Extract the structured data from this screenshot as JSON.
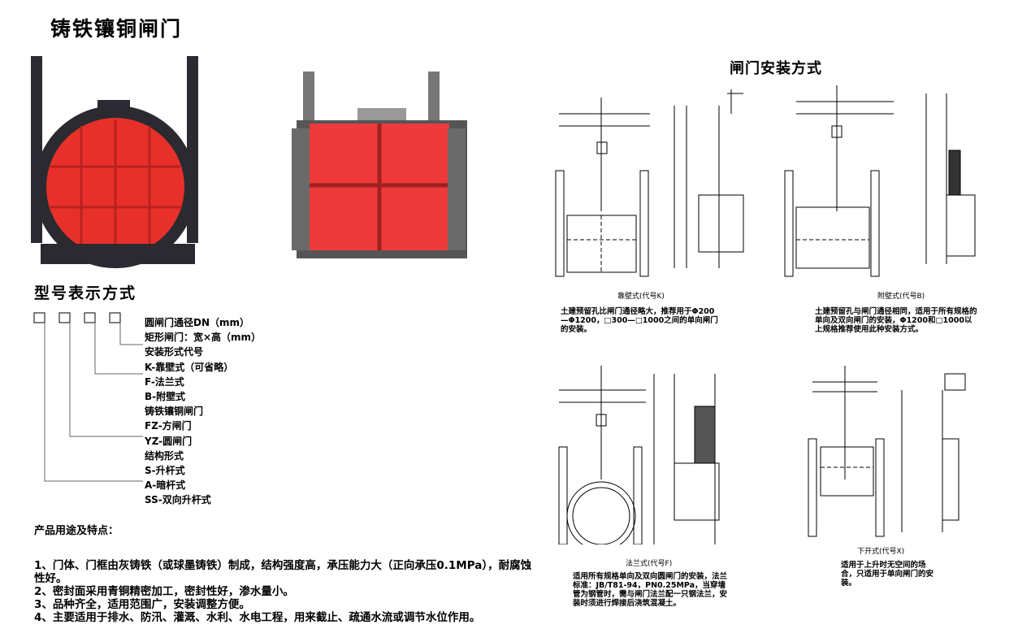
{
  "title": "铸铁镶铜闸门",
  "install_title": "闸门安装方式",
  "model": {
    "title": "型号表示方式",
    "lines": [
      "圆闸门通径DN（mm）",
      "矩形闸门：宽×高（mm）",
      "安装形式代号",
      "K-靠壁式（可省略）",
      "F-法兰式",
      "B-附壁式",
      "铸铁镶铜闸门",
      "FZ-方闸门",
      "YZ-圆闸门",
      "结构形式",
      "S-升杆式",
      "A-暗杆式",
      "SS-双向升杆式"
    ]
  },
  "features": {
    "title": "产品用途及特点：",
    "items": [
      "1、门体、门框由灰铸铁（或球墨铸铁）制成，结构强度高，承压能力大（正向承压0.1MPa），耐腐蚀性好。",
      "2、密封面采用青铜精密加工，密封性好，渗水量小。",
      "3、品种齐全，适用范围广，安装调整方便。",
      "4、主要适用于排水、防汛、灌溉、水利、水电工程，用来截止、疏通水流或调节水位作用。"
    ]
  },
  "methods": [
    {
      "caption": "靠壁式(代号K)",
      "desc": "土建预留孔比闸门通径略大，推荐用于Φ200—Φ1200，□300—□1000之间的单向闸门的安装。"
    },
    {
      "caption": "附壁式(代号B)",
      "desc": "土建预留孔与闸门通径相同，适用于所有规格的单向及双向闸门的安装，Φ1200和□1000以上规格推荐使用此种安装方式。"
    },
    {
      "caption": "法兰式(代号F)",
      "desc": "适用所有规格单向及双向圆闸门的安装，法兰标准：JB/T81-94，PN0.25MPa，当穿墙管为钢管时，需与闸门法兰配一只钢法兰，安装时须进行焊接后浇筑混凝土。"
    },
    {
      "caption": "下开式(代号X)",
      "desc": "适用于上升时无空间的场合，只适用于单向闸门的安装。"
    }
  ],
  "colors": {
    "gate_red": "#e8302a",
    "iron": "#2a2a30"
  }
}
